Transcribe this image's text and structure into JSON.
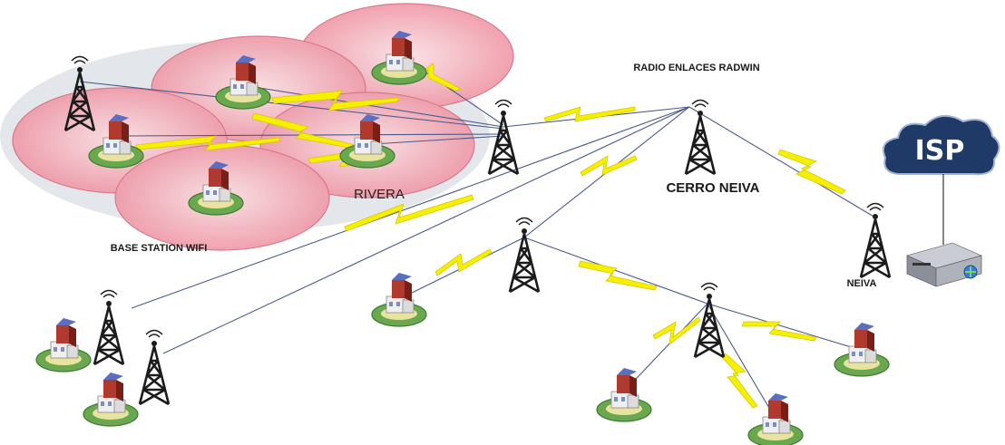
{
  "labels": {
    "radio_links": "RADIO ENLACES RADWIN",
    "cerro_neiva": "CERRO NEIVA",
    "rivera": "RIVERA",
    "base_station": "BASE STATION WIFI",
    "neiva": "NEIVA",
    "isp": "ISP"
  },
  "colors": {
    "coverage_fill": "#f2b6c0",
    "coverage_stroke": "#d9707f",
    "link_bolt": "#f5f000",
    "link_line": "#4a5a8a",
    "tower": "#1c1c1c",
    "cloud": "#1f3a66",
    "ground": "#6aa84f"
  },
  "icons": [
    "radio-tower-icon",
    "house-icon",
    "cloud-icon",
    "server-icon"
  ]
}
